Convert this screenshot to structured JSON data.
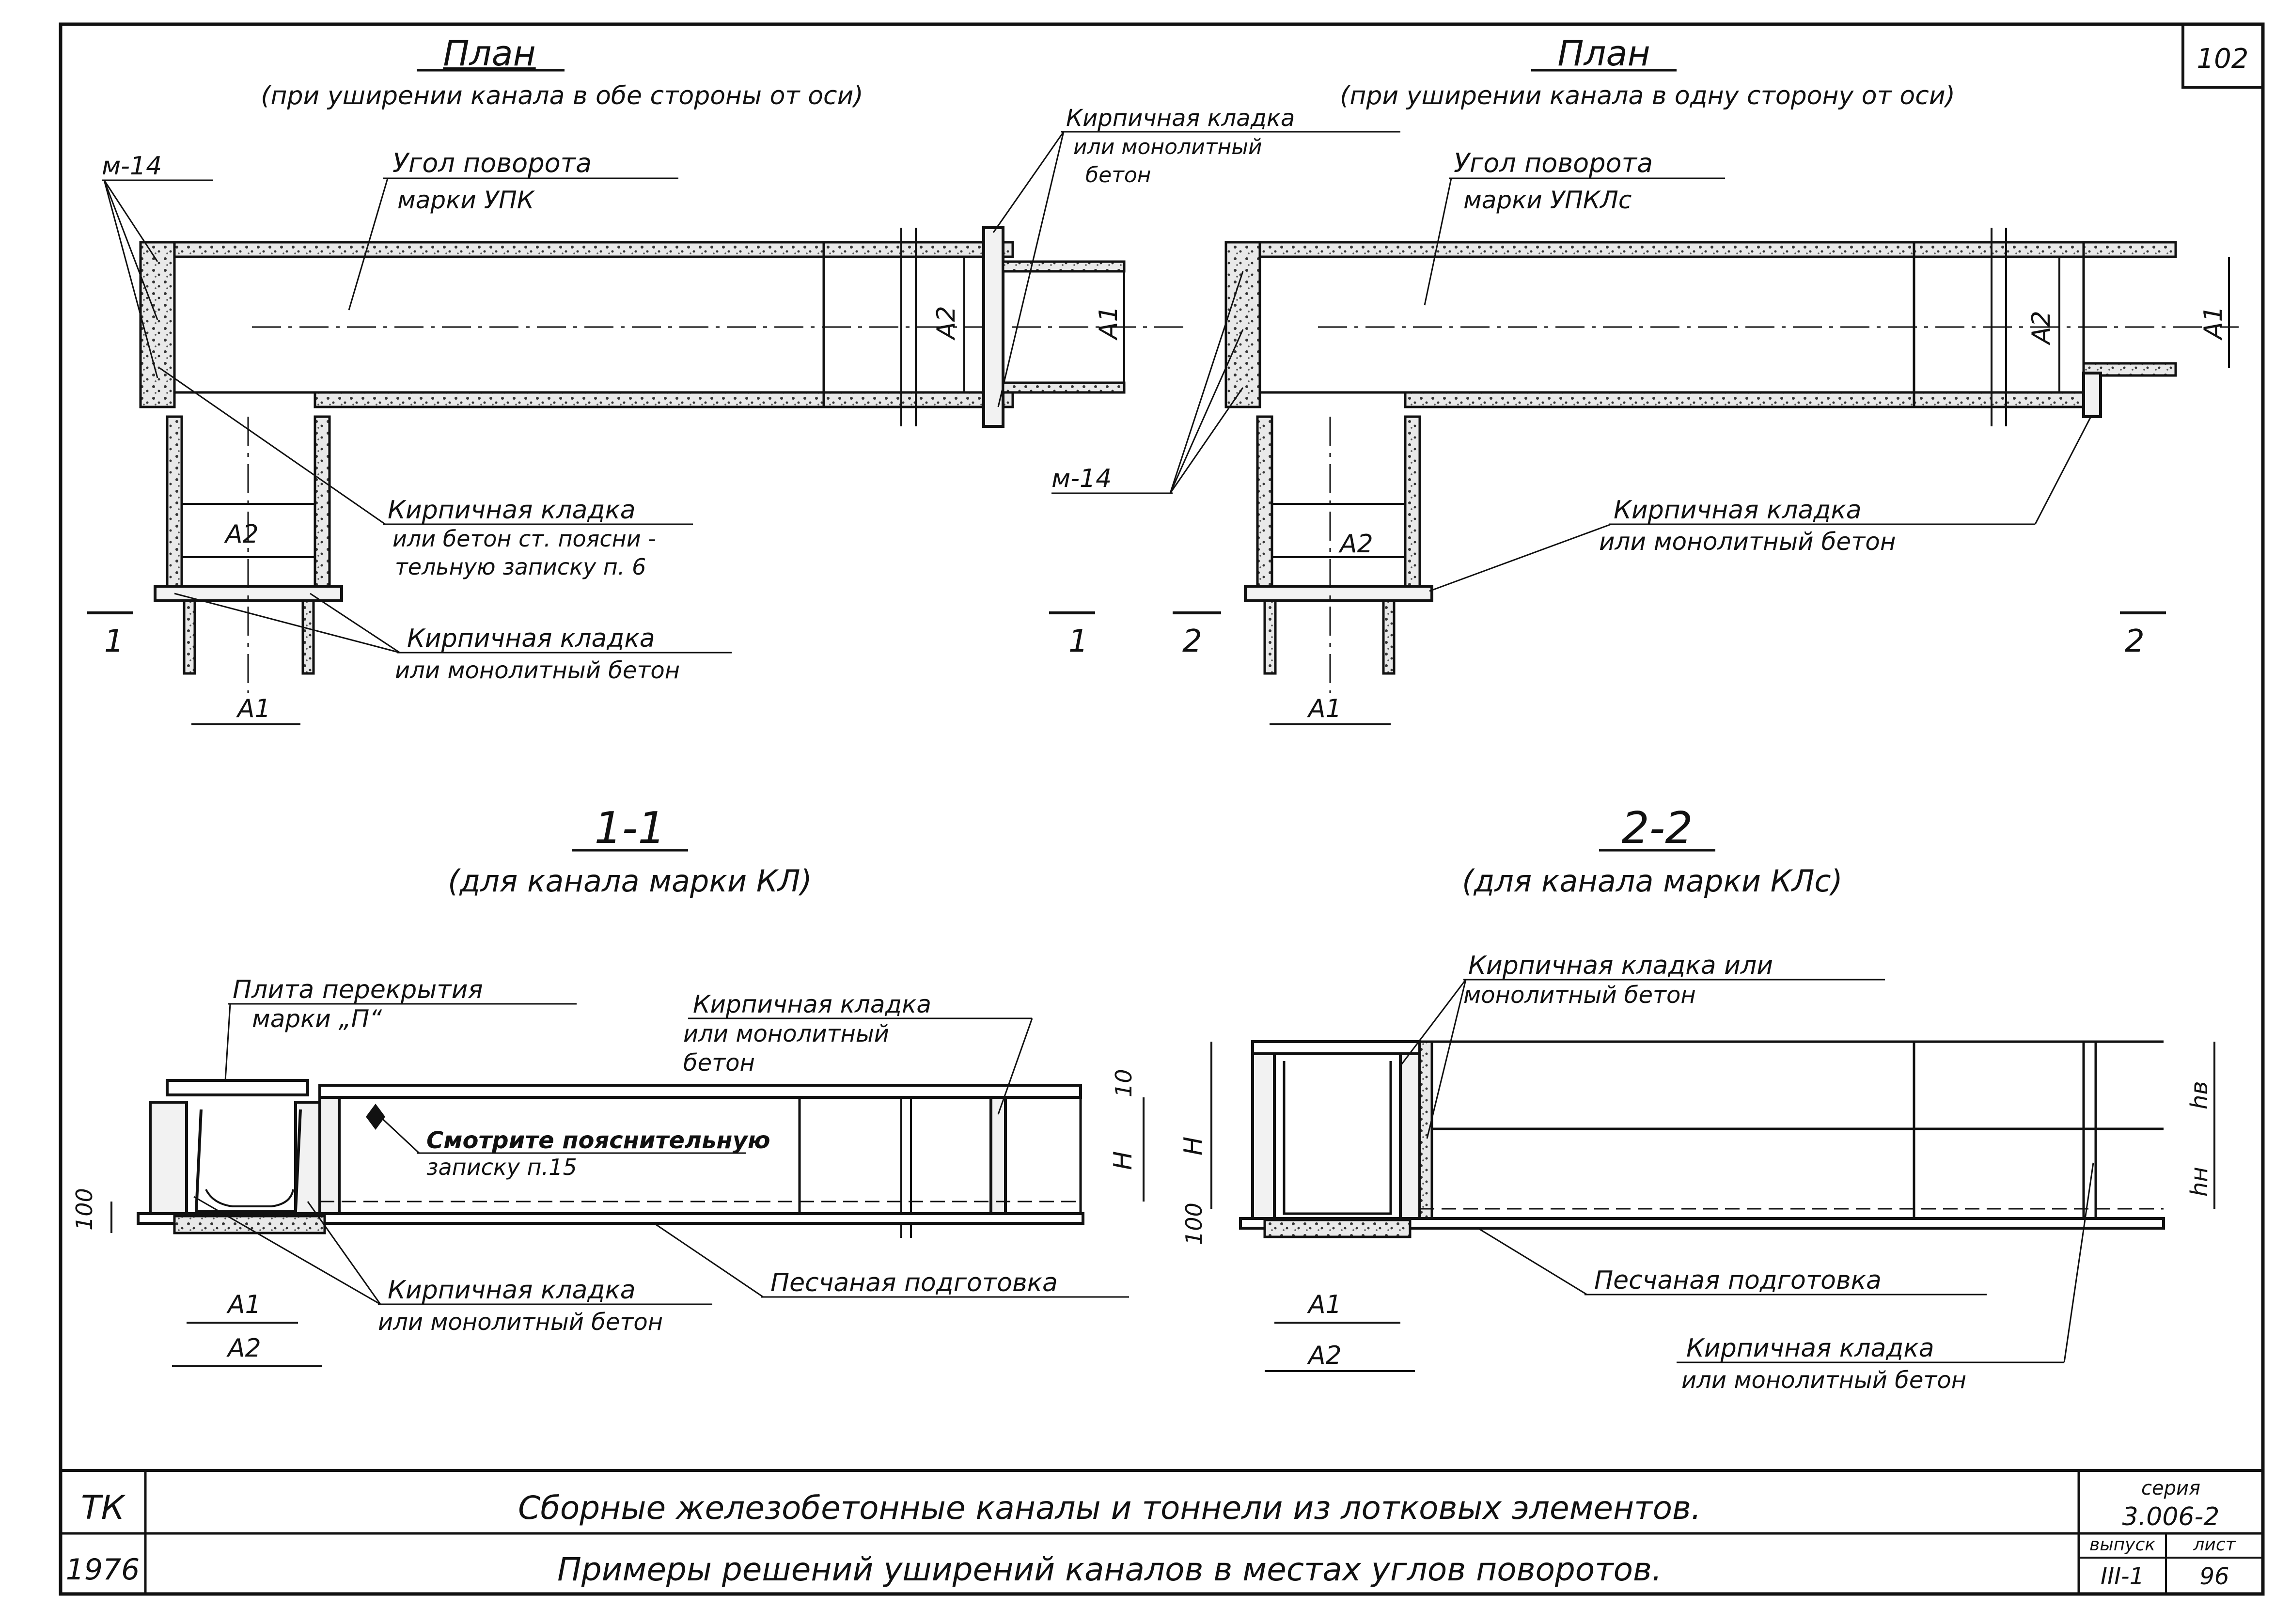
{
  "sheet": {
    "page_number": "102",
    "frame_code": "ТК",
    "year": "1976",
    "title_line1": "Сборные железобетонные каналы и тоннели из лотковых элементов.",
    "title_line2": "Примеры решений уширений каналов в местах углов поворотов.",
    "series_label": "серия",
    "series_value": "3.006-2",
    "issue_label": "выпуск",
    "issue_value": "III-1",
    "sheet_label": "лист",
    "sheet_value": "96"
  },
  "plan_left": {
    "title": "План",
    "subtitle": "(при уширении канала в обе стороны от оси)",
    "callout_m14": "м-14",
    "callout_corner": [
      "Угол поворота",
      "марки УПК"
    ],
    "callout_brick_top": [
      "Кирпичная кладка",
      "или монолитный",
      "бетон"
    ],
    "callout_brick_mid": [
      "Кирпичная кладка",
      "или бетон ст. поясни -",
      "тельную записку п. 6"
    ],
    "callout_brick_low": [
      "Кирпичная кладка",
      "или монолитный бетон"
    ],
    "dim_a1": "A1",
    "dim_a2": "A2",
    "section_mark": "1"
  },
  "plan_right": {
    "title": "План",
    "subtitle": "(при уширении канала в одну сторону от оси)",
    "callout_m14": "м-14",
    "callout_corner": [
      "Угол поворота",
      "марки УПКЛс"
    ],
    "callout_brick": [
      "Кирпичная кладка",
      "или монолитный бетон"
    ],
    "dim_a1": "A1",
    "dim_a2": "A2",
    "section_mark": "2"
  },
  "section_1": {
    "title": "1-1",
    "subtitle": "(для канала марки КЛ)",
    "callout_slab": [
      "Плита перекрытия",
      "марки „П“"
    ],
    "callout_brick_top": [
      "Кирпичная кладка",
      "или монолитный",
      "бетон"
    ],
    "callout_note": [
      "Смотрите пояснительную",
      "записку п.15"
    ],
    "callout_brick_low": [
      "Кирпичная кладка",
      "или монолитный бетон"
    ],
    "callout_sand": "Песчаная подготовка",
    "dim_a1": "A1",
    "dim_a2": "A2",
    "dim_h": "H",
    "dim_10": "10",
    "dim_100": "100"
  },
  "section_2": {
    "title": "2-2",
    "subtitle": "(для канала марки КЛс)",
    "callout_brick_top": [
      "Кирпичная кладка или",
      "монолитный бетон"
    ],
    "callout_sand": "Песчаная подготовка",
    "callout_brick_low": [
      "Кирпичная кладка",
      "или монолитный бетон"
    ],
    "dim_a1": "A1",
    "dim_a2": "A2",
    "dim_h": "H",
    "dim_hv": "hв",
    "dim_hn": "hн",
    "dim_100": "100"
  }
}
